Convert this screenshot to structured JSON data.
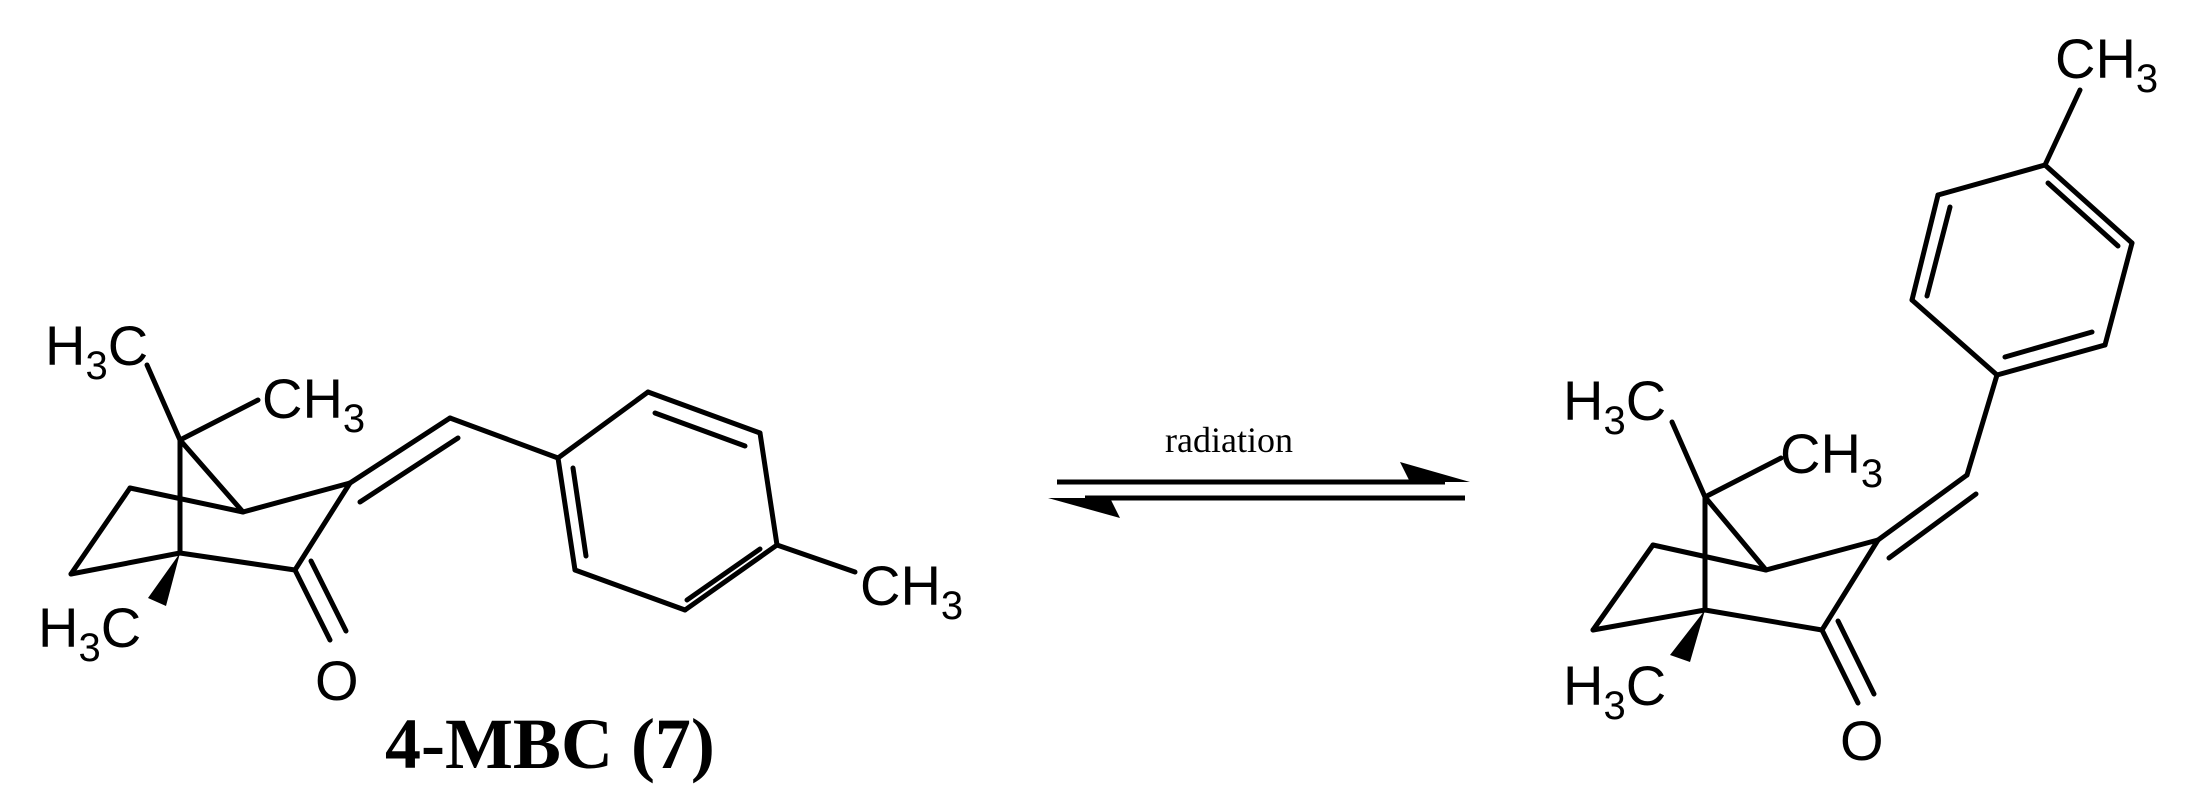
{
  "scheme": {
    "colors": {
      "ink": "#000000",
      "background": "#ffffff"
    },
    "reactant": {
      "label": "4-MBC (7)",
      "atoms": {
        "h3c_top": {
          "main": "H",
          "sub": "3",
          "tail": "C"
        },
        "ch3_bridge": {
          "main": "CH",
          "sub": "3"
        },
        "h3c_bottom": {
          "main": "H",
          "sub": "3",
          "tail": "C"
        },
        "oxygen": "O",
        "ch3_para": {
          "main": "CH",
          "sub": "3"
        }
      }
    },
    "arrow": {
      "condition": "radiation",
      "type": "equilibrium"
    },
    "product": {
      "atoms": {
        "h3c_top": {
          "main": "H",
          "sub": "3",
          "tail": "C"
        },
        "ch3_bridge": {
          "main": "CH",
          "sub": "3"
        },
        "h3c_bottom": {
          "main": "H",
          "sub": "3",
          "tail": "C"
        },
        "oxygen": "O",
        "ch3_para": {
          "main": "CH",
          "sub": "3"
        }
      }
    }
  }
}
